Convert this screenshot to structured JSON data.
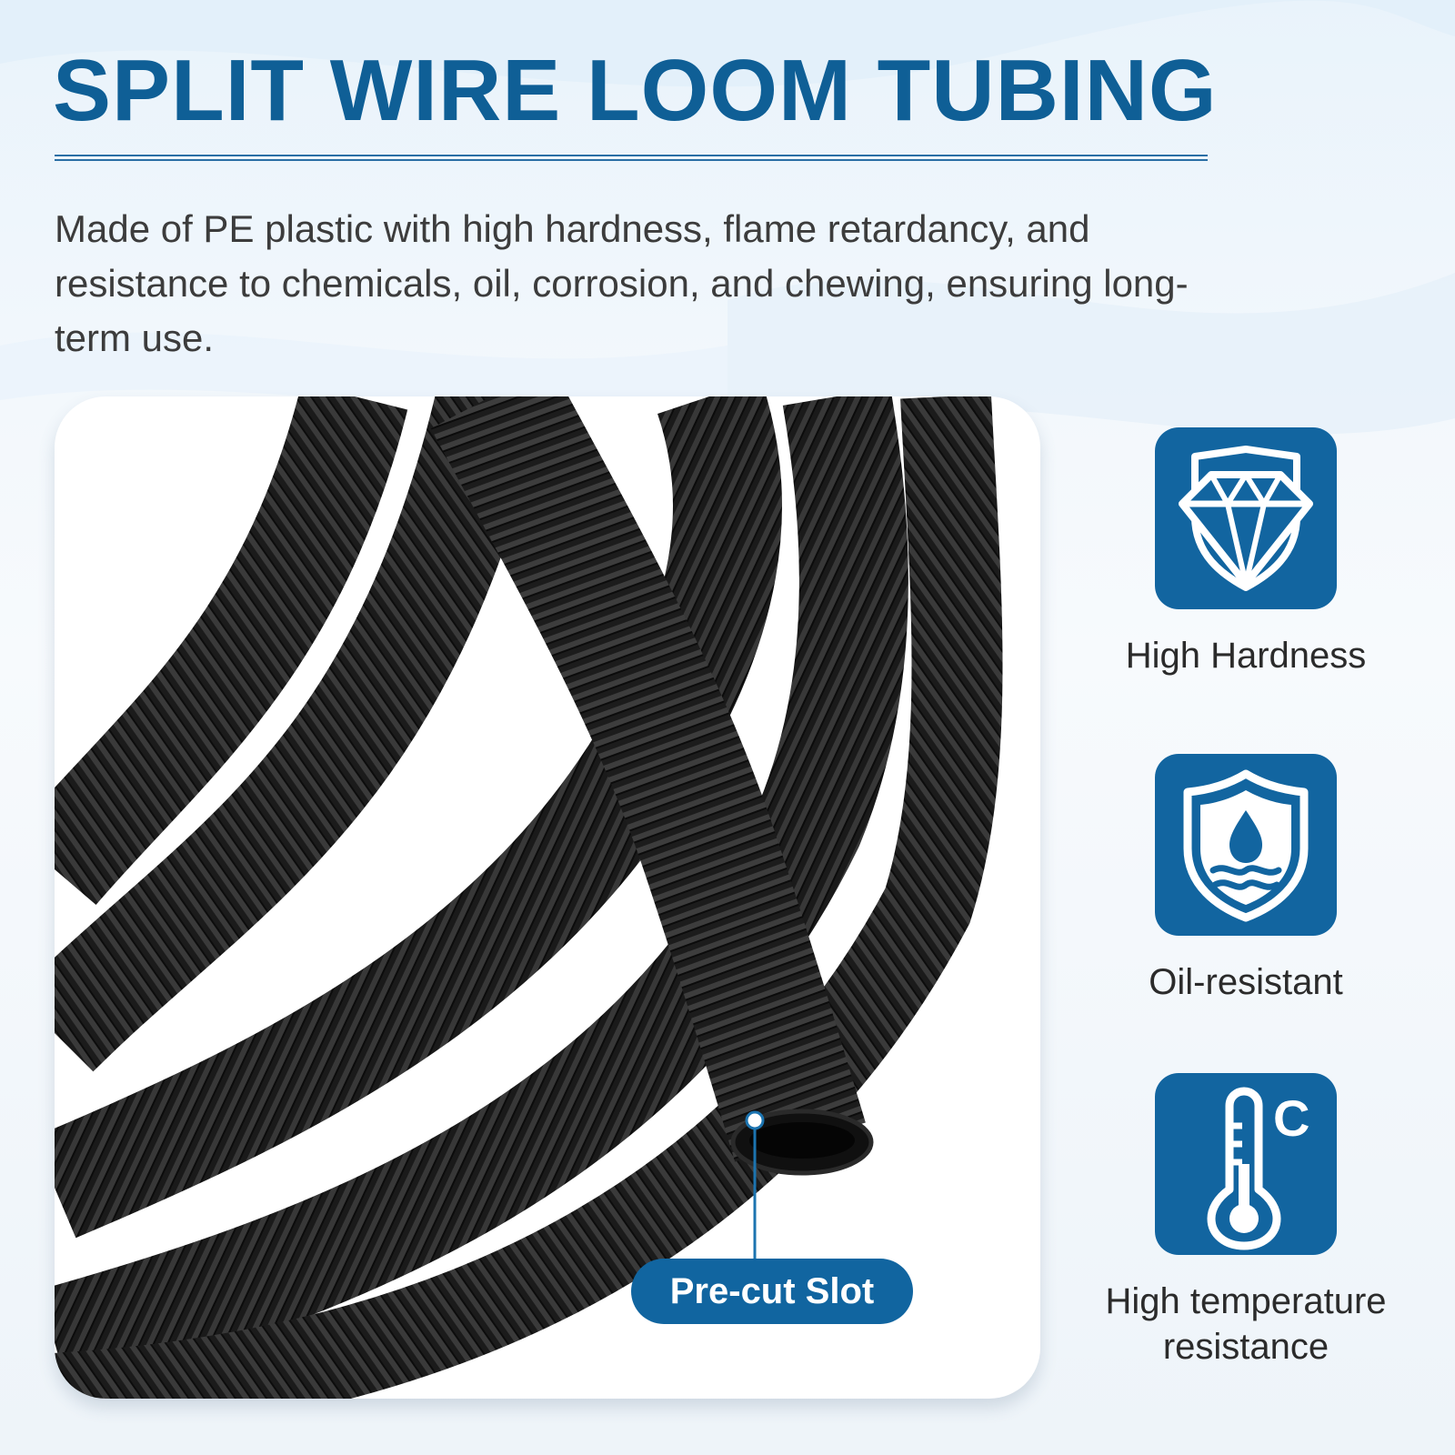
{
  "header": {
    "title": "SPLIT WIRE LOOM TUBING",
    "description": "Made of PE plastic with high hardness, flame retardancy, and resistance to chemicals, oil, corrosion, and chewing, ensuring long-term use."
  },
  "photo": {
    "callout_label": "Pre-cut Slot"
  },
  "features": [
    {
      "icon": "diamond-shield-icon",
      "label": "High Hardness"
    },
    {
      "icon": "oil-drop-shield-icon",
      "label": "Oil-resistant"
    },
    {
      "icon": "thermometer-celsius-icon",
      "label": "High temperature resistance",
      "unit": "C"
    }
  ],
  "colors": {
    "brand_blue": "#1265a0",
    "title_blue": "#0f5f96",
    "text_dark": "#3c3c3c",
    "tube_black": "#141414"
  }
}
